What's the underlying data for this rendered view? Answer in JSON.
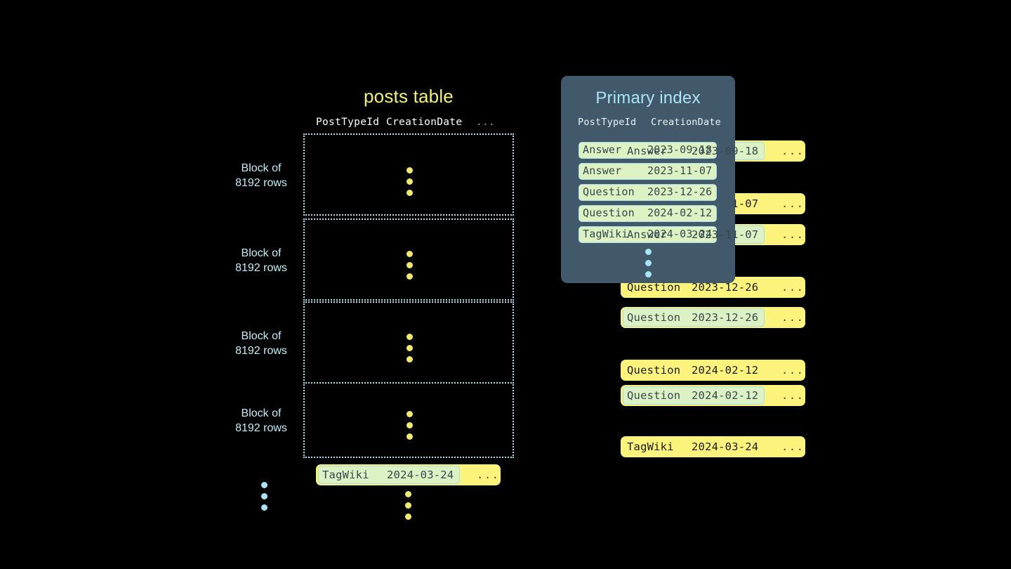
{
  "posts_table": {
    "title": "posts table",
    "columns": [
      "PostTypeId",
      "CreationDate",
      "..."
    ],
    "blocks": [
      {
        "label_line1": "Block of",
        "label_line2": "8192 rows",
        "first_row": {
          "post_type_id": "Answer",
          "creation_date": "2023-09-18",
          "more": "...",
          "highlighted": true
        },
        "last_row": {
          "post_type_id": "Answer",
          "creation_date": "2023-11-07",
          "more": "...",
          "highlighted": false
        }
      },
      {
        "label_line1": "Block of",
        "label_line2": "8192 rows",
        "first_row": {
          "post_type_id": "Answer",
          "creation_date": "2023-11-07",
          "more": "...",
          "highlighted": true
        },
        "last_row": {
          "post_type_id": "Question",
          "creation_date": "2023-12-26",
          "more": "...",
          "highlighted": false
        }
      },
      {
        "label_line1": "Block of",
        "label_line2": "8192 rows",
        "first_row": {
          "post_type_id": "Question",
          "creation_date": "2023-12-26",
          "more": "...",
          "highlighted": true
        },
        "last_row": {
          "post_type_id": "Question",
          "creation_date": "2024-02-12",
          "more": "...",
          "highlighted": false
        }
      },
      {
        "label_line1": "Block of",
        "label_line2": "8192 rows",
        "first_row": {
          "post_type_id": "Question",
          "creation_date": "2024-02-12",
          "more": "...",
          "highlighted": true
        },
        "last_row": {
          "post_type_id": "TagWiki",
          "creation_date": "2024-03-24",
          "more": "...",
          "highlighted": false
        }
      }
    ],
    "trailing_row": {
      "post_type_id": "TagWiki",
      "creation_date": "2024-03-24",
      "more": "...",
      "highlighted": true
    }
  },
  "primary_index": {
    "title": "Primary index",
    "columns": [
      "PostTypeId",
      "CreationDate"
    ],
    "rows": [
      {
        "post_type_id": "Answer",
        "creation_date": "2023-09-18"
      },
      {
        "post_type_id": "Answer",
        "creation_date": "2023-11-07"
      },
      {
        "post_type_id": "Question",
        "creation_date": "2023-12-26"
      },
      {
        "post_type_id": "Question",
        "creation_date": "2024-02-12"
      },
      {
        "post_type_id": "TagWiki",
        "creation_date": "2024-03-24"
      }
    ]
  },
  "colors": {
    "background": "#000000",
    "row_yellow": "#fbf37c",
    "highlight_green": "#dcf2c4",
    "accent_blue": "#a8e4f5",
    "panel_slate": "#41596a",
    "title_yellow": "#f2f27a",
    "dot_yellow": "#f2ea6e"
  }
}
